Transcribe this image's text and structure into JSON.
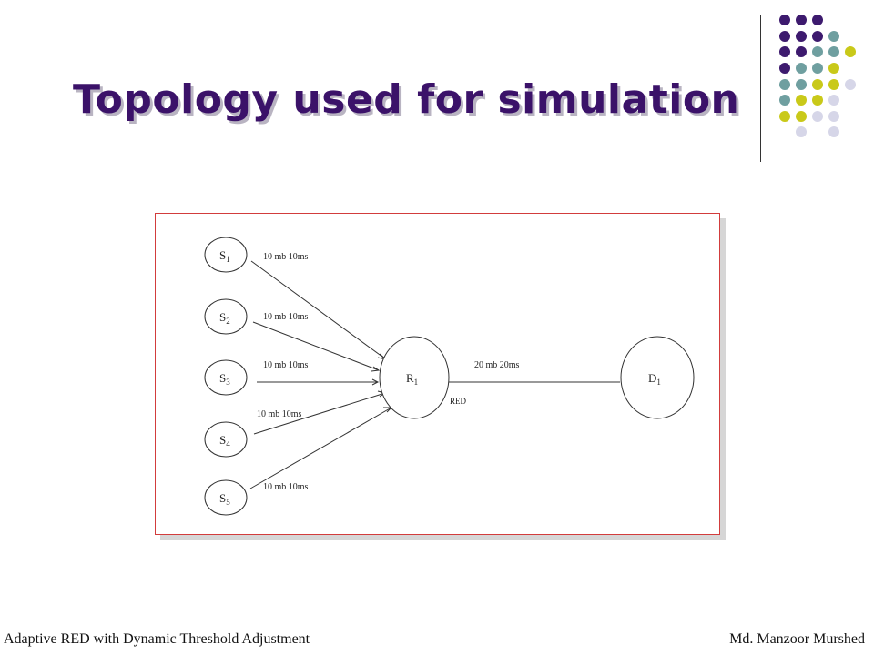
{
  "slide": {
    "title": "Topology used for simulation",
    "footer_left": "Adaptive RED with Dynamic Threshold Adjustment",
    "footer_right": "Md. Manzoor Murshed"
  },
  "colors": {
    "title": "#3b1269",
    "dot_purple": "#3d1a6e",
    "dot_teal": "#6f9fa0",
    "dot_yellow": "#c9c919",
    "dot_lavender": "#d6d6e8",
    "frame_border": "#d23c3c"
  },
  "diagram": {
    "nodes": {
      "s1": {
        "base": "S",
        "sub": "1"
      },
      "s2": {
        "base": "S",
        "sub": "2"
      },
      "s3": {
        "base": "S",
        "sub": "3"
      },
      "s4": {
        "base": "S",
        "sub": "4"
      },
      "s5": {
        "base": "S",
        "sub": "5"
      },
      "r1": {
        "base": "R",
        "sub": "1"
      },
      "d1": {
        "base": "D",
        "sub": "1"
      }
    },
    "links": {
      "s1_r1": "10 mb  10ms",
      "s2_r1": "10 mb  10ms",
      "s3_r1": "10 mb  10ms",
      "s4_r1": "10 mb  10ms",
      "s5_r1": "10 mb  10ms",
      "r1_d1": "20 mb  20ms"
    },
    "queue_label": "RED"
  }
}
